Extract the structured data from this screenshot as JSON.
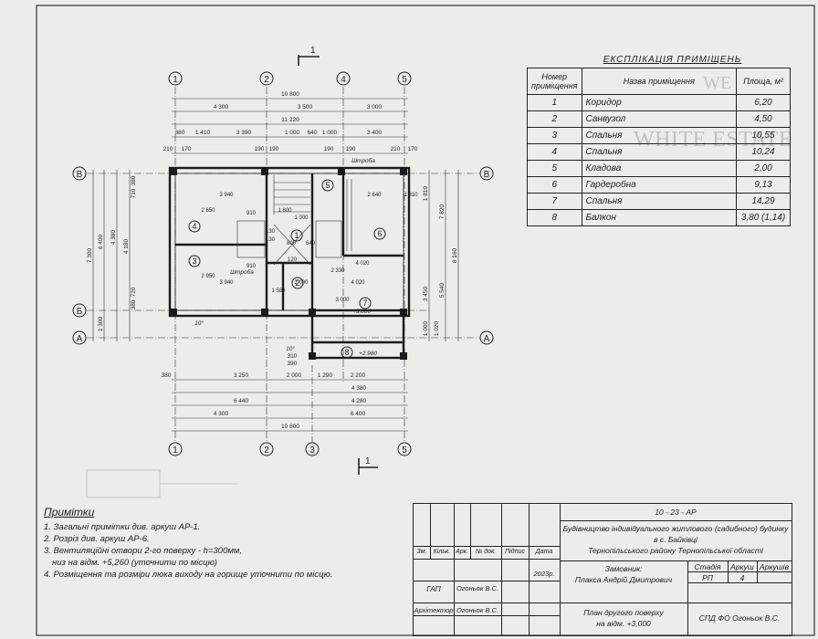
{
  "plan": {
    "axes_top": [
      "1",
      "2",
      "4",
      "5"
    ],
    "axes_bottom": [
      "1",
      "2",
      "3",
      "5"
    ],
    "axes_left": [
      "В",
      "Б",
      "А"
    ],
    "axes_right": [
      "В",
      "А"
    ],
    "section_marks": [
      "1",
      "1"
    ],
    "dims_top": [
      "10 800",
      "4 300",
      "3 500",
      "3 000",
      "11 220",
      "380",
      "1 410",
      "3 390",
      "1 000",
      "640",
      "1 000",
      "3 400"
    ],
    "dims_top_small": [
      "210",
      "170",
      "190",
      "190",
      "190",
      "190",
      "210",
      "170"
    ],
    "dims_bottom": [
      "3 250",
      "2 000",
      "2 200",
      "1 290",
      "380",
      "4 380",
      "6 440",
      "4 280",
      "4 300",
      "6 400",
      "10 800",
      "390",
      "310"
    ],
    "dims_left": [
      "7 300",
      "6 400",
      "4 380",
      "4 180",
      "1 300",
      "380",
      "710",
      "380",
      "720"
    ],
    "dims_right": [
      "8 160",
      "5 540",
      "7 820",
      "3 450",
      "1 810",
      "1 000",
      "1 020"
    ],
    "room_dims": [
      "3 940",
      "2 650",
      "2 950",
      "3 940",
      "2 640",
      "4 020",
      "4 020",
      "2 000",
      "3 000",
      "2 330",
      "1 810",
      "1 580",
      "910",
      "910",
      "130",
      "130",
      "640",
      "800",
      "120",
      "1 800",
      "1 000"
    ],
    "rooms": [
      "1",
      "2",
      "3",
      "4",
      "5",
      "6",
      "7",
      "8"
    ],
    "stair_labels": [
      "Штроба",
      "Штроба"
    ],
    "levels": [
      "+3.000",
      "+2.980"
    ],
    "slope": [
      "10°",
      "10°"
    ]
  },
  "explication": {
    "title": "ЕКСПЛІКАЦІЯ ПРИМІЩЕНЬ",
    "headers": [
      "Номер приміщення",
      "Назва приміщення",
      "Площа, м²"
    ],
    "rows": [
      {
        "n": "1",
        "name": "Коридор",
        "area": "6,20"
      },
      {
        "n": "2",
        "name": "Санвузол",
        "area": "4,50"
      },
      {
        "n": "3",
        "name": "Спальня",
        "area": "10,55"
      },
      {
        "n": "4",
        "name": "Спальня",
        "area": "10,24"
      },
      {
        "n": "5",
        "name": "Кладова",
        "area": "2,00"
      },
      {
        "n": "6",
        "name": "Гардеробна",
        "area": "9,13"
      },
      {
        "n": "7",
        "name": "Спальня",
        "area": "14,29"
      },
      {
        "n": "8",
        "name": "Балкон",
        "area": "3,80 (1,14)"
      }
    ]
  },
  "watermark": {
    "mark": "WE",
    "text": "WHITE ESTATE"
  },
  "notes": {
    "title": "Примітки",
    "items": [
      "1. Загальні примітки див. аркуш АР-1.",
      "2. Розріз див. аркуш АР-6.",
      "3. Вентиляційні отвори 2-го поверху - h=300мм,",
      "низ на відм. +5,260 (уточнити по місцю)",
      "4. Розміщення та розміри люка виходу на горище уточнити по місцю."
    ]
  },
  "stamp": {
    "code": "10 - 23 - АР",
    "project": "Будівництво індивідуального житлового (садибного) будинку",
    "location1": "в с. Байківці",
    "location2": "Тернопільського району Тернопільської області",
    "customer_label": "Замовник:",
    "customer": "Плакса Андрій Дмитрович",
    "col_headers": [
      "Зм.",
      "Кільк.",
      "Арк.",
      "№ док.",
      "Підпис",
      "Дата"
    ],
    "stage_headers": [
      "Стадія",
      "Аркуш",
      "Аркушів"
    ],
    "stage": "РП",
    "sheet": "4",
    "roles": [
      "ГАП",
      "Архітектор"
    ],
    "names": [
      "Огоньок В.С.",
      "Огоньок В.С."
    ],
    "date": "2023р.",
    "sheet_title1": "План другого поверху",
    "sheet_title2": "на відм. +3,000",
    "company": "СПД ФО Огоньок В.С."
  }
}
